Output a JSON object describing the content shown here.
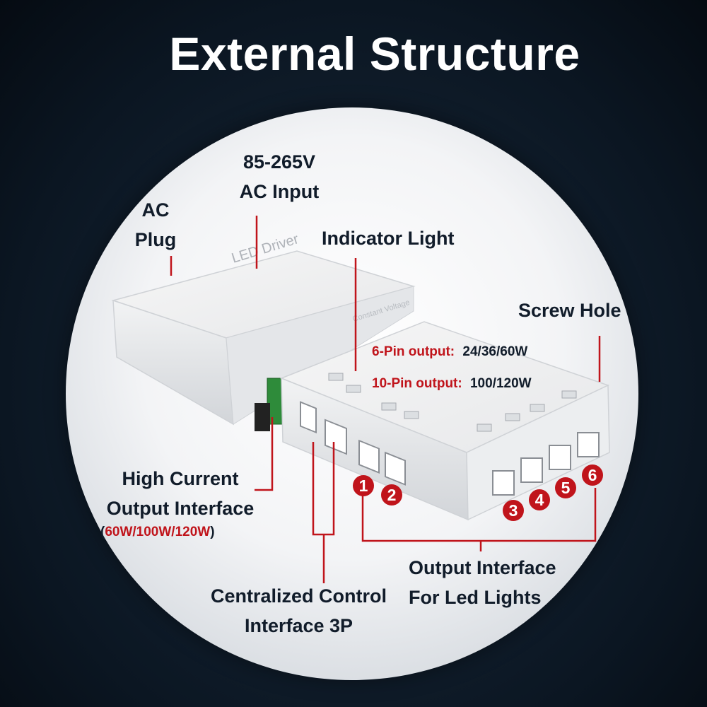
{
  "title": "External Structure",
  "labels": {
    "ac_input_line1": "85-265V",
    "ac_input_line2": "AC Input",
    "ac_plug_line1": "AC",
    "ac_plug_line2": "Plug",
    "indicator_light": "Indicator Light",
    "screw_hole": "Screw Hole",
    "high_current_line1": "High Current",
    "high_current_line2": "Output Interface",
    "high_current_watts_open": "(",
    "high_current_watts": "60W/100W/120W",
    "high_current_watts_close": ")",
    "centralized_line1": "Centralized Control",
    "centralized_line2": "Interface 3P",
    "output_line1": "Output Interface",
    "output_line2": "For Led Lights"
  },
  "specs": [
    {
      "key": "6-Pin output:",
      "value": "24/36/60W"
    },
    {
      "key": "10-Pin output:",
      "value": "100/120W"
    }
  ],
  "ports": [
    "1",
    "2",
    "3",
    "4",
    "5",
    "6"
  ],
  "device_text": {
    "brand": "LED Driver",
    "subtitle": "Constant Voltage"
  },
  "colors": {
    "accent_red": "#c0141b",
    "label_dark": "#111c2a",
    "background": "#0b1622"
  }
}
